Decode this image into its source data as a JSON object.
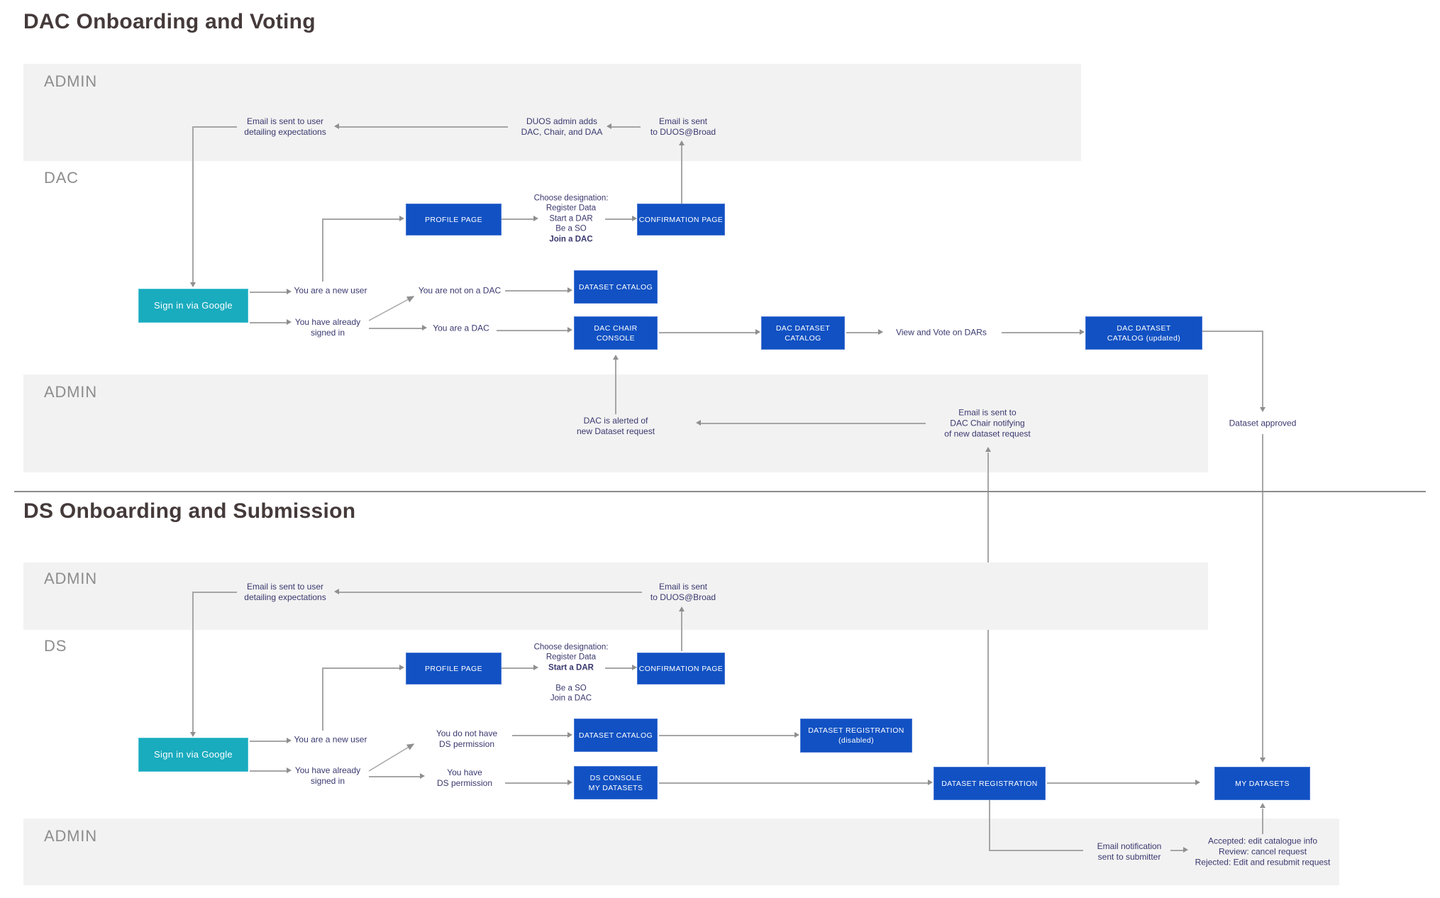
{
  "palette": {
    "box_blue": "#1151c3",
    "box_teal": "#19abbe",
    "lane_background": "#f2f2f2",
    "note_text_navy": "#39386f",
    "arrow_gray": "#8f8f8f",
    "title_color": "#453a3a",
    "lane_label_gray": "#8d8d8d"
  },
  "dac": {
    "title": "DAC Onboarding and Voting",
    "admin_lane_label": "ADMIN",
    "lane_label": "DAC",
    "admin_lane2_label": "ADMIN",
    "notes": {
      "email_user": "Email is sent to user\ndetailing expectations",
      "admin_adds": "DUOS admin adds\nDAC, Chair, and DAA",
      "email_broad": "Email is sent\nto DUOS@Broad",
      "new_user": "You are a new user",
      "already_signed": "You have already\nsigned in",
      "not_on_dac": "You are not on a DAC",
      "are_dac": "You are a DAC",
      "choose_pre": "Choose designation:\nRegister Data\nStart a DAR\nBe a SO",
      "choose_bold": "Join a DAC",
      "view_vote": "View and Vote on DARs",
      "dataset_approved": "Dataset approved",
      "dac_alerted": "DAC is alerted of\nnew Dataset request",
      "email_chair": "Email is sent to\nDAC Chair notifying\nof new dataset request"
    },
    "boxes": {
      "signin": "Sign in via Google",
      "profile": "PROFILE PAGE",
      "confirmation": "CONFIRMATION PAGE",
      "dataset_catalog": "DATASET CATALOG",
      "chair_console": "DAC CHAIR CONSOLE",
      "dac_dataset_catalog": "DAC DATASET\nCATALOG",
      "dac_dataset_catalog_updated": "DAC DATASET\nCATALOG (updated)"
    }
  },
  "ds": {
    "title": "DS Onboarding and Submission",
    "admin_lane_label": "ADMIN",
    "lane_label": "DS",
    "admin_lane2_label": "ADMIN",
    "notes": {
      "email_user": "Email is sent to user\ndetailing expectations",
      "email_broad": "Email is sent\nto DUOS@Broad",
      "new_user": "You are a new user",
      "already_signed": "You have already\nsigned in",
      "no_permission": "You do not have\nDS permission",
      "have_permission": "You have\nDS permission",
      "choose_line1": "Choose designation:\nRegister Data",
      "choose_bold": "Start a DAR",
      "choose_rest": "Be a SO\nJoin a DAC",
      "email_notification": "Email notification\nsent to submitter",
      "status_outcomes": "Accepted: edit catalogue info\nReview: cancel request\nRejected: Edit and resubmit request"
    },
    "boxes": {
      "signin": "Sign in via Google",
      "profile": "PROFILE PAGE",
      "confirmation": "CONFIRMATION PAGE",
      "dataset_catalog": "DATASET CATALOG",
      "ds_console": "DS CONSOLE\nMY DATASETS",
      "dataset_registration_disabled": "DATASET REGISTRATION\n(disabled)",
      "dataset_registration": "DATASET REGISTRATION",
      "my_datasets": "MY DATASETS"
    }
  }
}
